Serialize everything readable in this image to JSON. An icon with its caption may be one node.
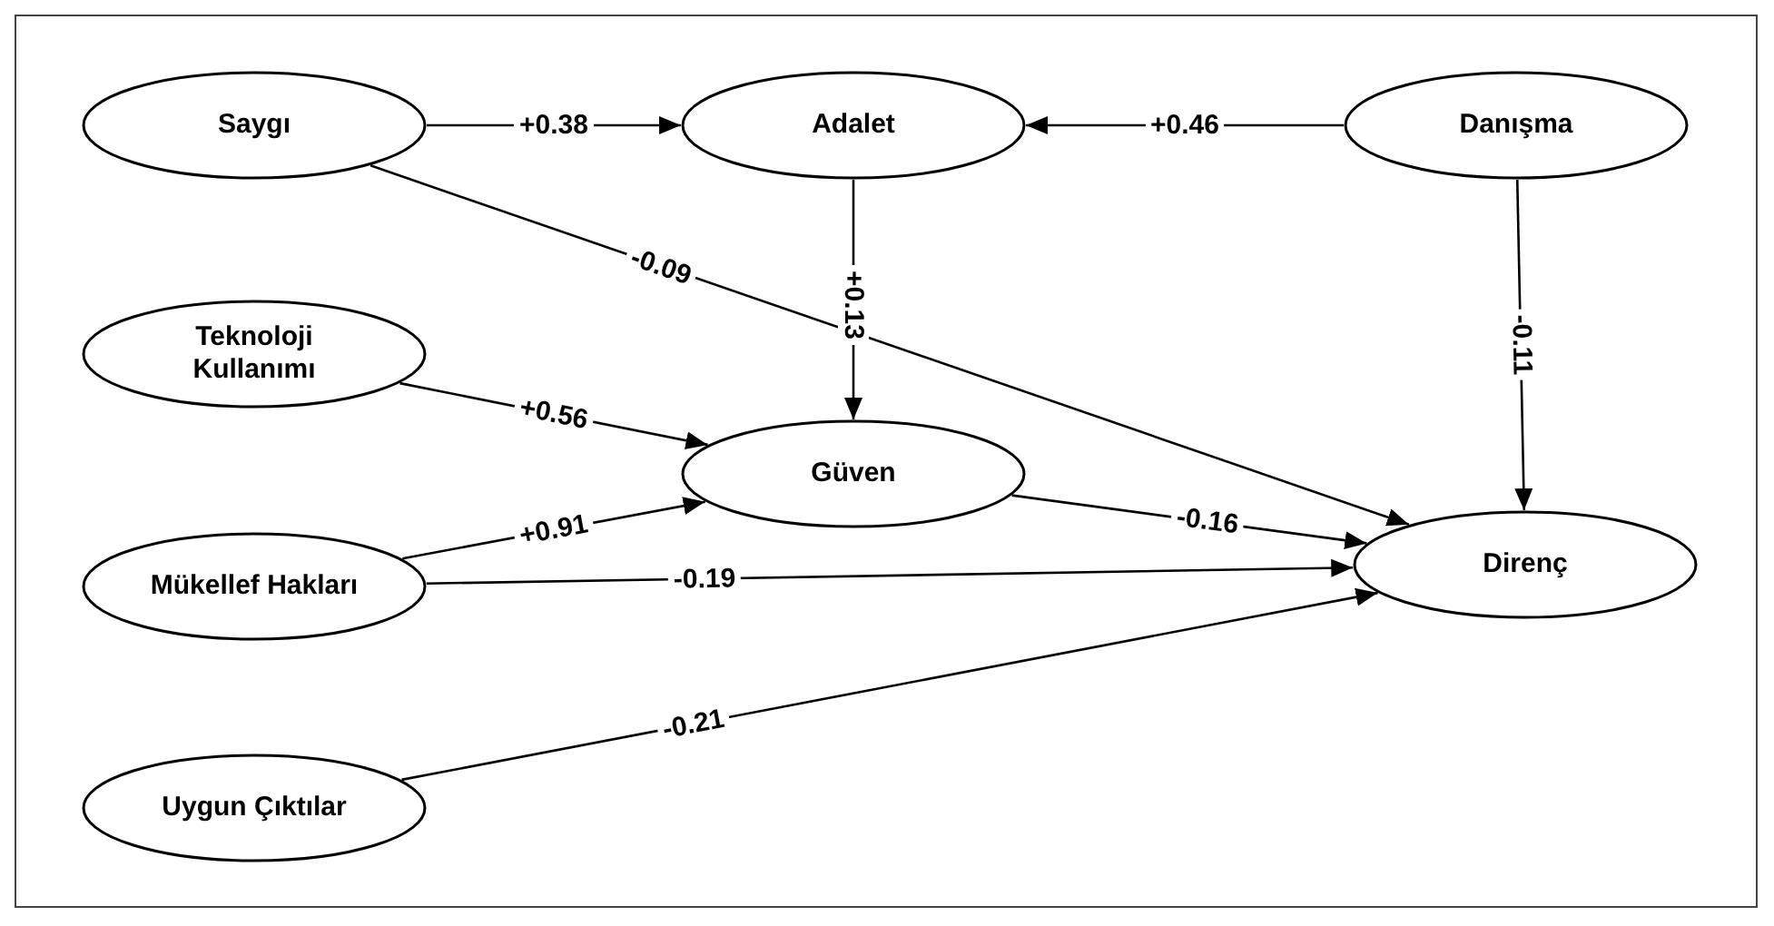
{
  "diagram": {
    "nodes": [
      {
        "text": [
          "Saygı"
        ]
      },
      {
        "text": [
          "Adalet"
        ]
      },
      {
        "text": [
          "Danışma"
        ]
      },
      {
        "text": [
          "Teknoloji Kullanımı"
        ]
      },
      {
        "text": [
          "Güven"
        ]
      },
      {
        "text": [
          "Mükellef Hakları"
        ]
      },
      {
        "text": [
          "Direnç"
        ]
      },
      {
        "text": [
          "Uygun Çıktılar"
        ]
      }
    ],
    "edges": [
      {
        "from": 0,
        "to": 1,
        "arrow": "to",
        "label": "+0.38"
      },
      {
        "from": 2,
        "to": 1,
        "arrow": "to",
        "label": "+0.46"
      },
      {
        "from": 0,
        "to": 6,
        "arrow": "to",
        "label": "-0.09"
      },
      {
        "from": 1,
        "to": 4,
        "arrow": "to",
        "label": "+0.13"
      },
      {
        "from": 2,
        "to": 6,
        "arrow": "to",
        "label": "-0.11"
      },
      {
        "from": 3,
        "to": 4,
        "arrow": "to",
        "label": "+0.56"
      },
      {
        "from": 5,
        "to": 4,
        "arrow": "to",
        "label": "+0.91"
      },
      {
        "from": 4,
        "to": 6,
        "arrow": "to",
        "label": "-0.16"
      },
      {
        "from": 5,
        "to": 6,
        "arrow": "to",
        "label": "-0.19"
      },
      {
        "from": 7,
        "to": 6,
        "arrow": "to",
        "label": "-0.21"
      }
    ]
  }
}
